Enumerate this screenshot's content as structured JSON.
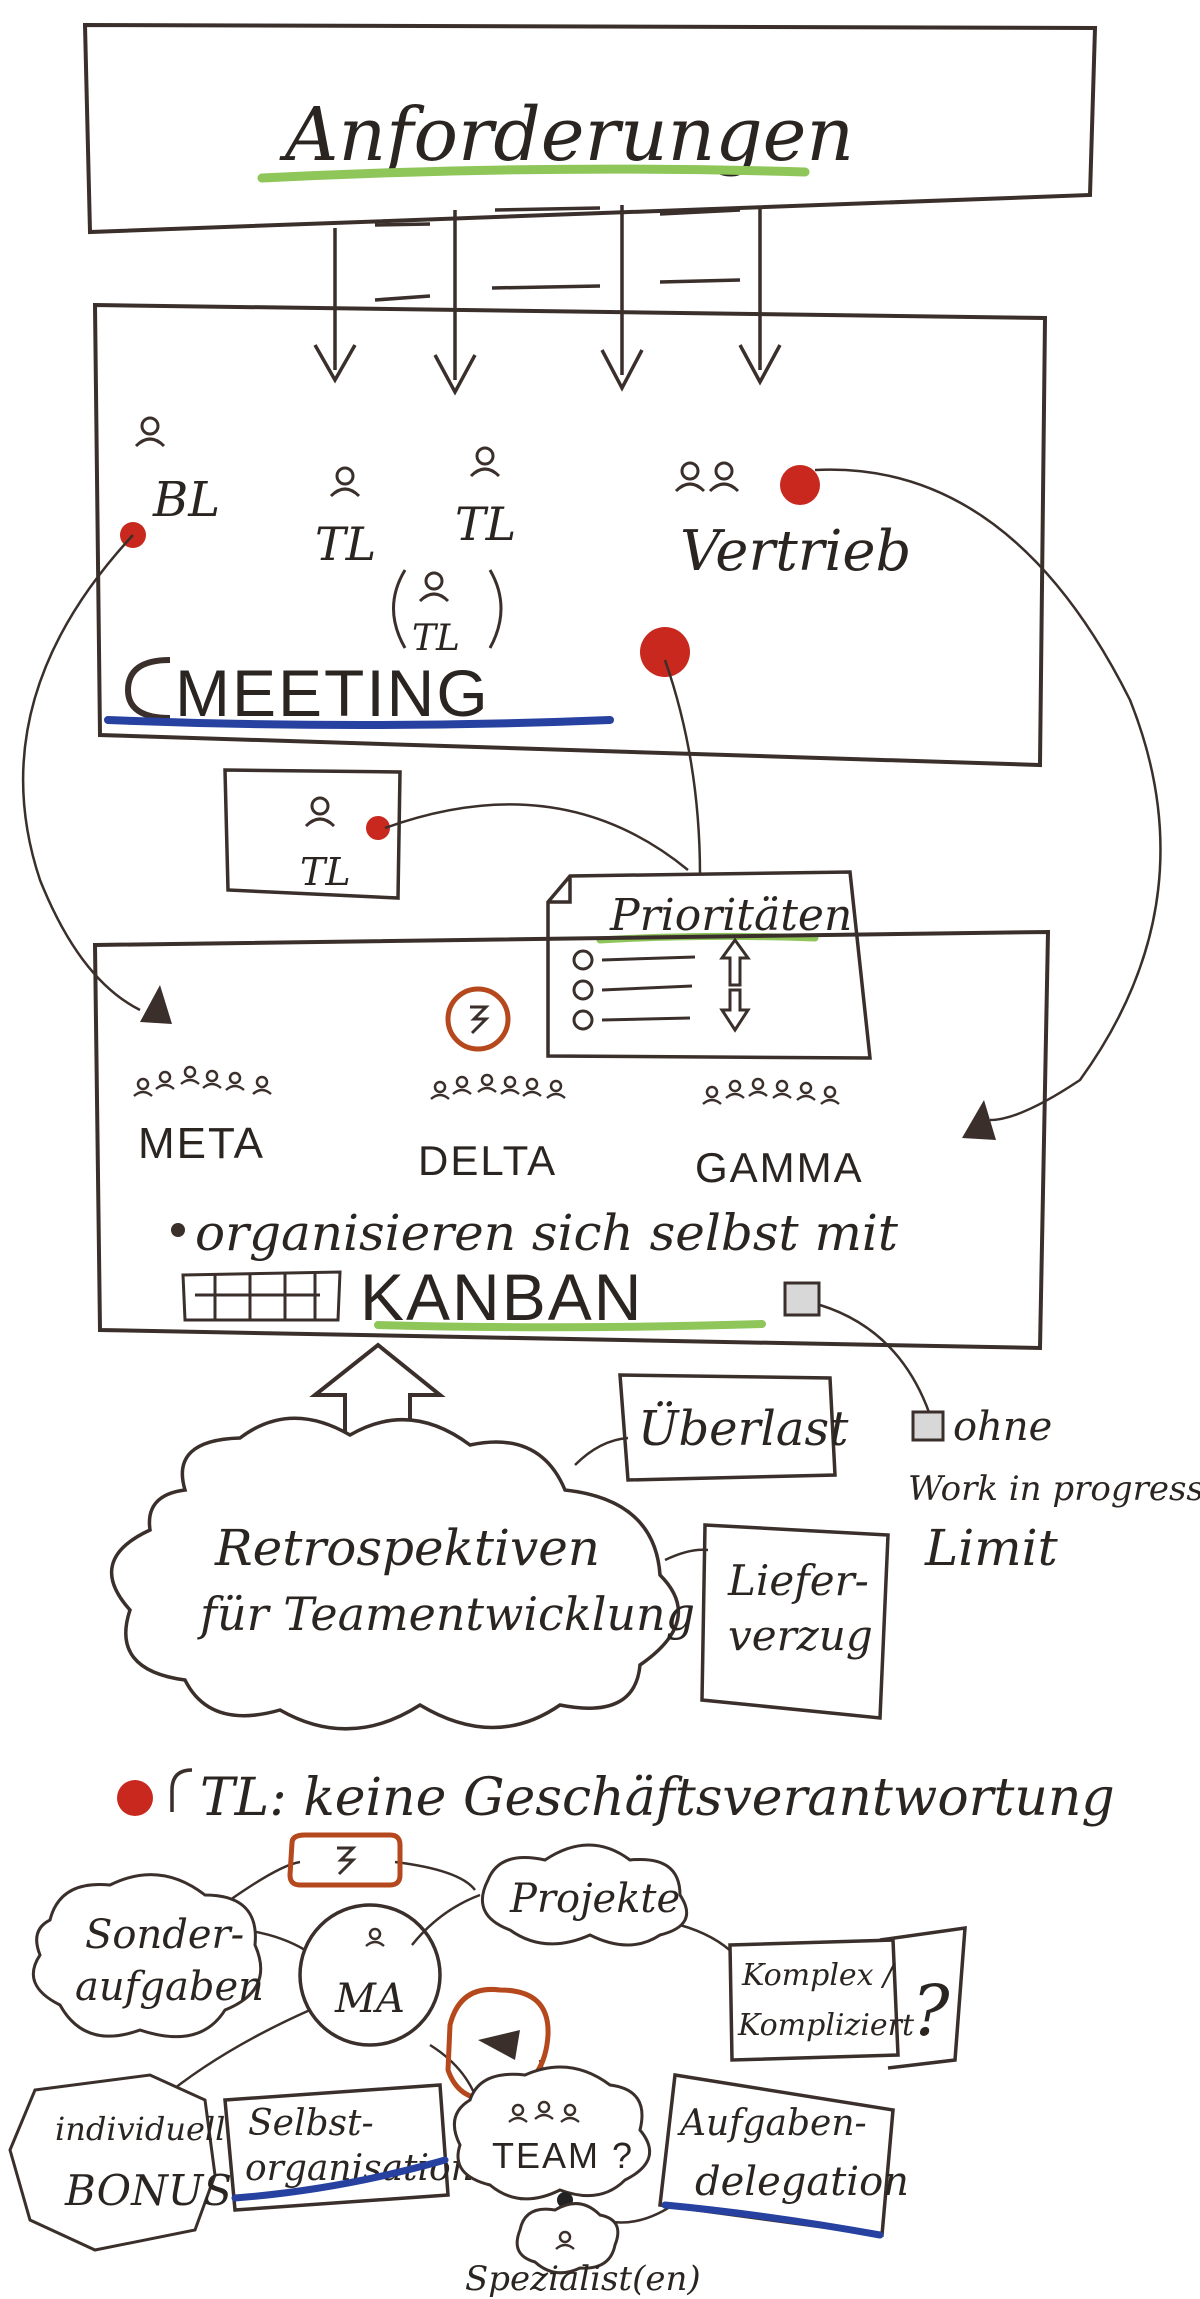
{
  "colors": {
    "ink": "#3a2f2a",
    "green": "#8fc65a",
    "blue": "#2741a0",
    "red": "#c8281e",
    "orange": "#b5481c"
  },
  "header": {
    "title": "Anforderungen"
  },
  "meeting_box": {
    "label": "MEETING",
    "bl_label": "BL",
    "tl_labels": [
      "TL",
      "TL",
      "TL"
    ],
    "sales_label": "Vertrieb"
  },
  "tl_box": {
    "label": "TL"
  },
  "priorities": {
    "title": "Prioritäten"
  },
  "teams_box": {
    "teams": [
      "META",
      "DELTA",
      "GAMMA"
    ],
    "organize_text": "organisieren sich selbst mit",
    "kanban_label": "KANBAN"
  },
  "cloud": {
    "line1": "Retrospektiven",
    "line2": "für Teamentwicklung"
  },
  "notes": {
    "overload": "Überlast",
    "delivery_line1": "Liefer-",
    "delivery_line2": "verzug",
    "wip_line1": "ohne",
    "wip_line2": "Work in progress",
    "wip_line3": "Limit"
  },
  "bottom": {
    "statement": "TL: keine Geschäftsverantwortung",
    "ma": "MA",
    "projects": "Projekte",
    "special_line1": "Sonder-",
    "special_line2": "aufgaben",
    "complex_line1": "Komplex /",
    "complex_line2": "Kompliziert",
    "question": "?",
    "bonus_line1": "individuelle",
    "bonus_line2": "BONUS",
    "selforg_line1": "Selbst-",
    "selforg_line2": "organisation",
    "team": "TEAM ?",
    "delegation_line1": "Aufgaben-",
    "delegation_line2": "delegation",
    "specialists": "Spezialist(en)"
  }
}
